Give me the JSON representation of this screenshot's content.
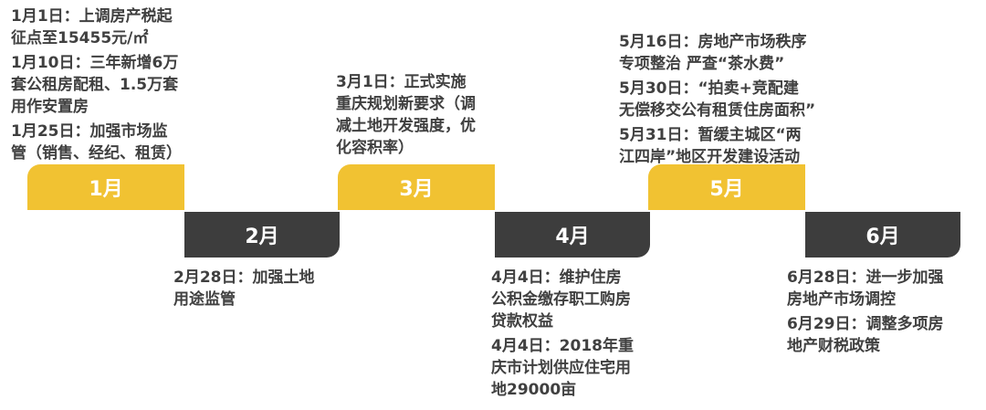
{
  "months": {
    "m1": "1月",
    "m2": "2月",
    "m3": "3月",
    "m4": "4月",
    "m5": "5月",
    "m6": "6月"
  },
  "events": {
    "jan": [
      "1月1日：上调房产税起\n征点至15455元/㎡",
      "1月10日：三年新增6万\n套公租房配租、1.5万套\n用作安置房",
      "1月25日：加强市场监\n管（销售、经纪、租赁）"
    ],
    "feb": [
      "2月28日：加强土地\n用途监管"
    ],
    "mar": [
      "3月1日：正式实施\n重庆规划新要求（调\n减土地开发强度，优\n化容积率）"
    ],
    "apr": [
      "4月4日：维护住房\n公积金缴存职工购房\n贷款权益",
      "4月4日：2018年重\n庆市计划供应住宅用\n地29000亩"
    ],
    "may": [
      "5月16日：房地产市场秩序\n专项整治 严查“茶水费”",
      "5月30日：“拍卖+竞配建\n无偿移交公有租赁住房面积”",
      "5月31日：暂缓主城区“两\n江四岸”地区开发建设活动"
    ],
    "jun": [
      "6月28日：进一步加强\n房地产市场调控",
      "6月29日：调整多项房\n地产财税政策"
    ]
  },
  "colors": {
    "yellow": "#f1c232",
    "dark": "#3d3d3d",
    "text": "#404040"
  }
}
